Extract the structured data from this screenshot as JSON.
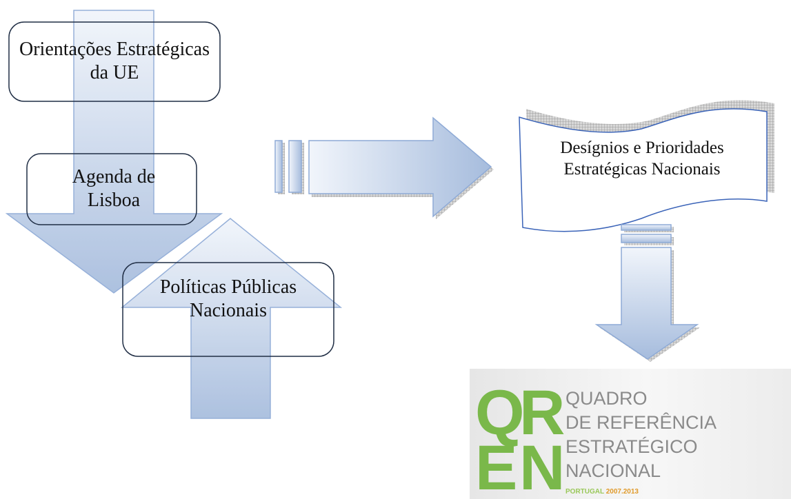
{
  "diagram": {
    "boxes": {
      "eu_orientations": "Orientações Estratégicas da UE",
      "lisbon_agenda": "Agenda de Lisboa",
      "national_policies": "Políticas Públicas Nacionais",
      "national_priorities": "Desígnios e Prioridades Estratégicas Nacionais"
    },
    "colors": {
      "arrow_fill_light": "#eef3fa",
      "arrow_fill_dark": "#a9bfdf",
      "arrow_stroke": "#8eaad6",
      "box_stroke": "#1f2d44",
      "shadow_pattern": "#9a9a9a"
    }
  },
  "logo": {
    "letters": [
      "Q",
      "R",
      "E",
      "N"
    ],
    "lines": [
      "QUADRO",
      "DE REFERÊNCIA",
      "ESTRATÉGICO",
      "NACIONAL"
    ],
    "tag_prefix": "PORTUGAL ",
    "tag_years": "2007.2013",
    "colors": {
      "green": "#7ab84a",
      "text": "#8a8a8a",
      "tag_green": "#9ac85a",
      "tag_orange": "#e09a2a"
    }
  }
}
